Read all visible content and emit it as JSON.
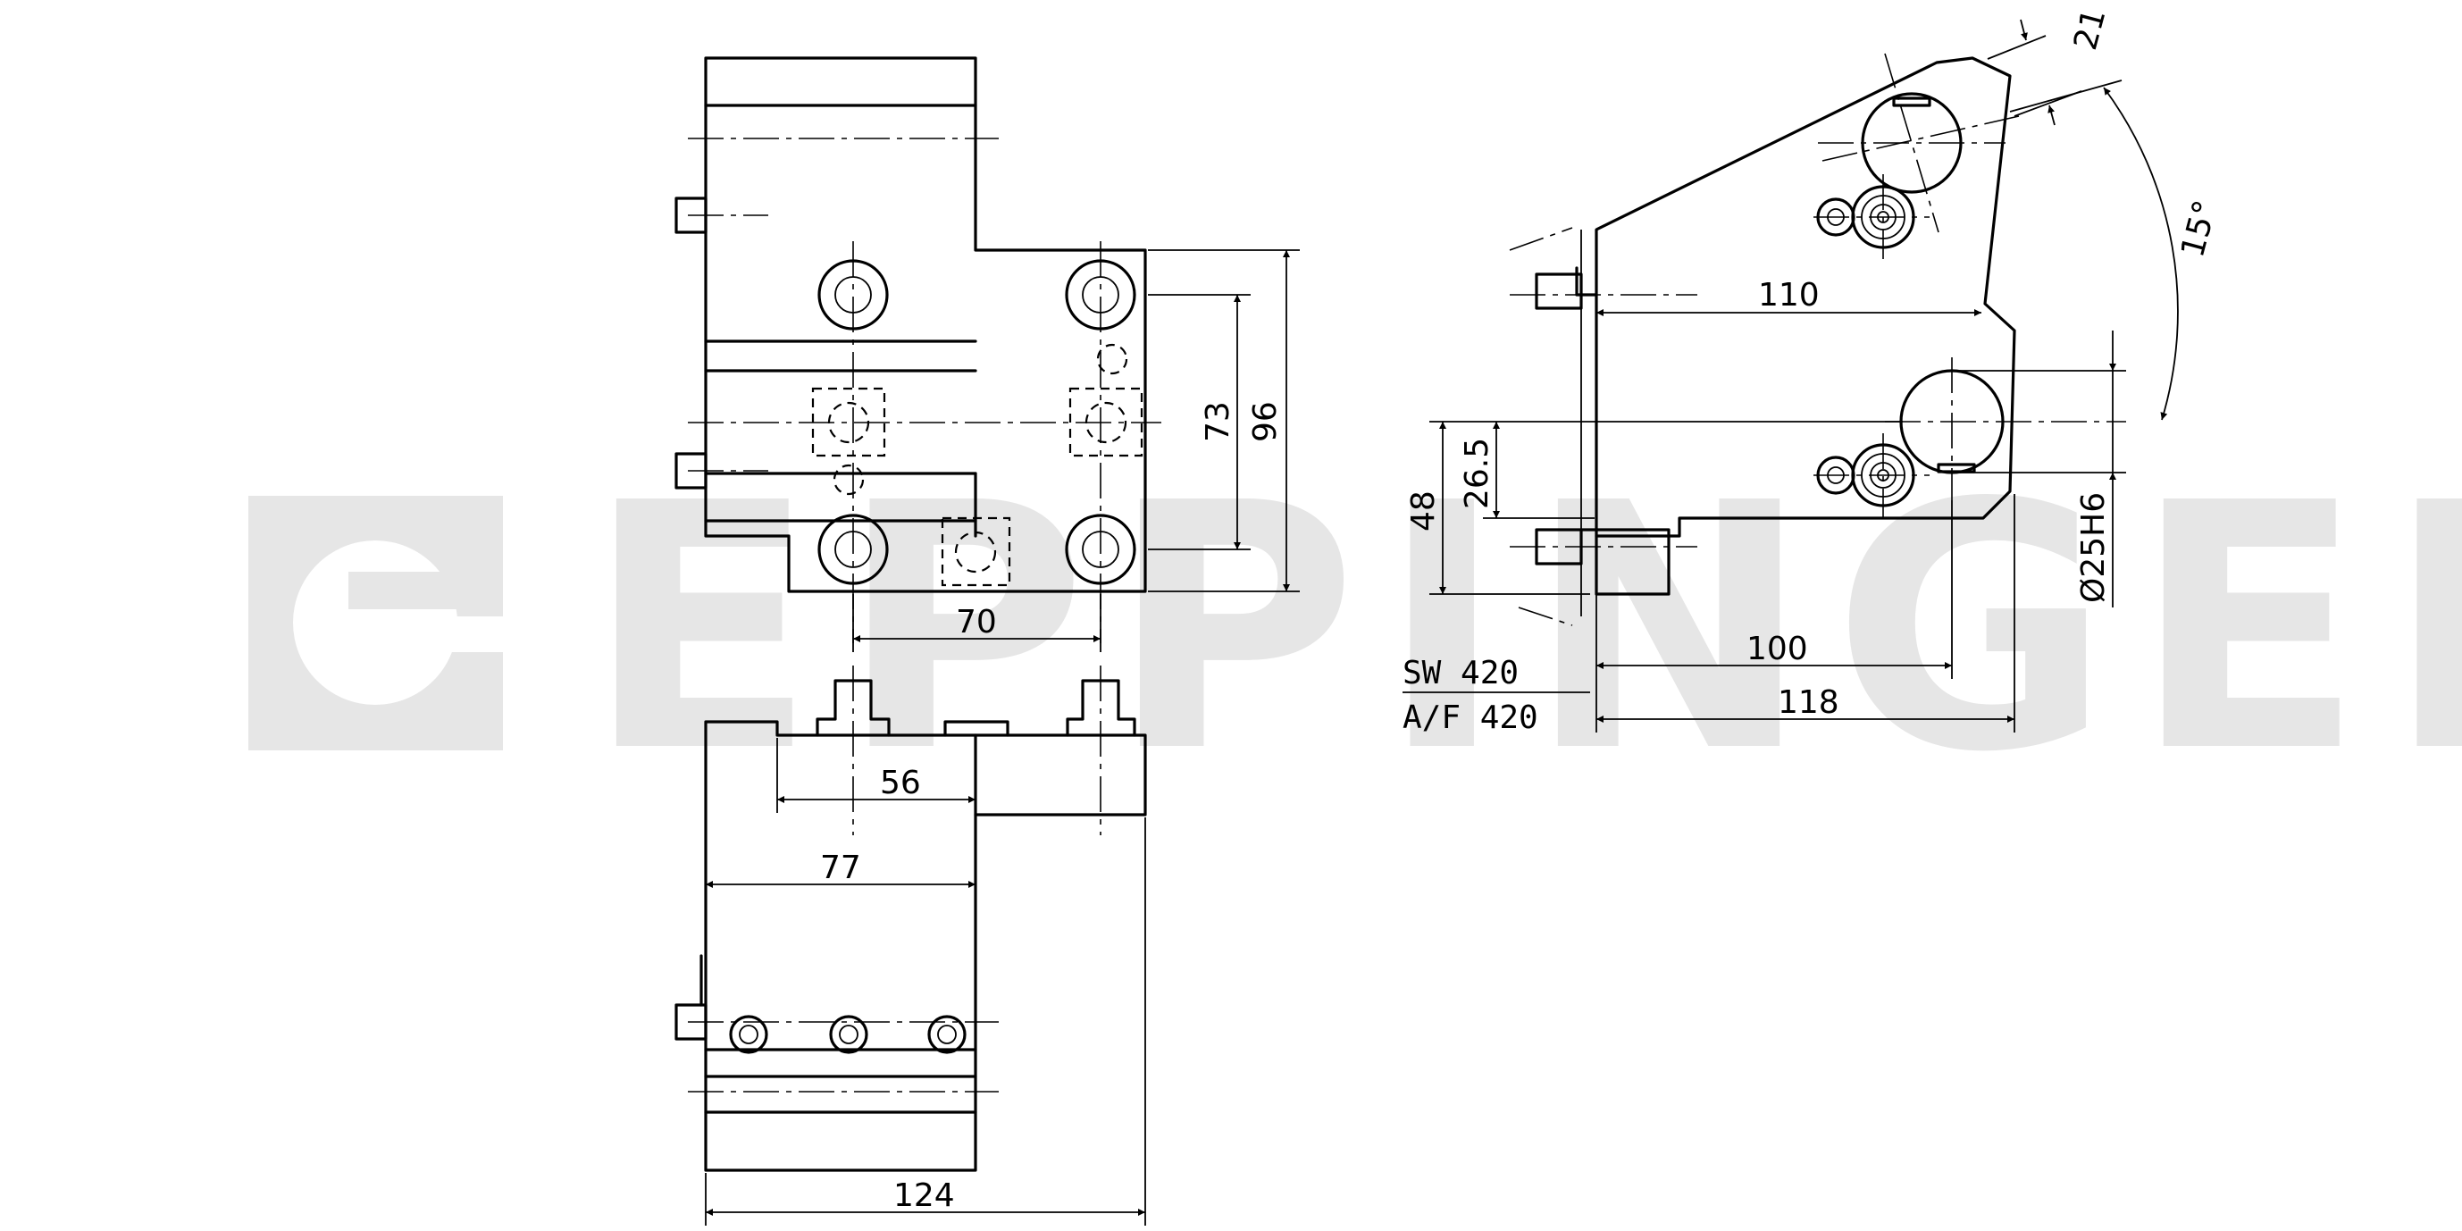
{
  "watermark": {
    "text": "EPPINGER"
  },
  "dimensions": {
    "d70": "70",
    "d73": "73",
    "d96": "96",
    "d56": "56",
    "d77": "77",
    "d124": "124",
    "d110": "110",
    "d100": "100",
    "d118": "118",
    "d48": "48",
    "d26_5": "26.5",
    "d21": "21",
    "angle15": "15°",
    "bore": "Ø25H6"
  },
  "wrench": {
    "line1": "SW  420",
    "line2": "A/F 420"
  }
}
